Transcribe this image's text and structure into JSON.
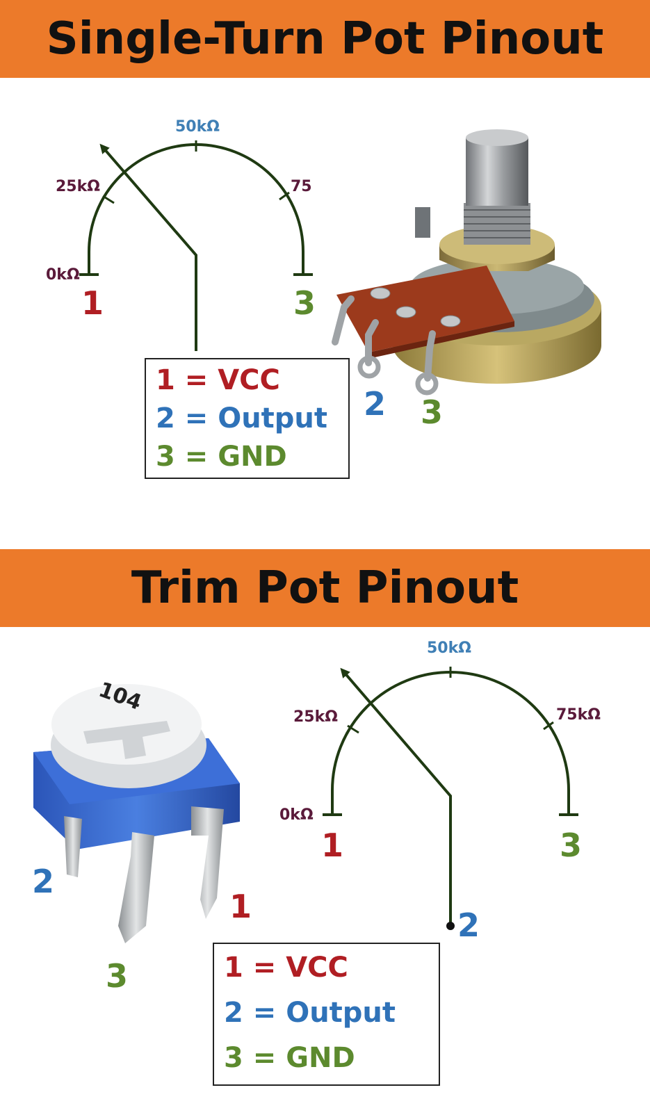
{
  "colors": {
    "banner": "#ec7a2a",
    "pin1": "#b01e23",
    "pin2": "#2f72b8",
    "pin3": "#5c8a2e",
    "ohm_label_dark": "#5a1a3a",
    "ohm_label_mid": "#3f7fb5",
    "arc": "#1f3a12"
  },
  "single_turn": {
    "title": "Single-Turn Pot Pinout",
    "scale_labels": {
      "r0": "0kΩ",
      "r25": "25kΩ",
      "r50": "50kΩ",
      "r75": "75"
    },
    "schematic_pins": {
      "p1": "1",
      "p3": "3"
    },
    "legend": {
      "line1": "1 = VCC",
      "line2": "2 = Output",
      "line3": "3 = GND"
    },
    "photo_pins": {
      "p2": "2",
      "p3": "3"
    }
  },
  "trim_pot": {
    "title": "Trim Pot Pinout",
    "scale_labels": {
      "r0": "0kΩ",
      "r25": "25kΩ",
      "r50": "50kΩ",
      "r75": "75kΩ"
    },
    "schematic_pins": {
      "p1": "1",
      "p2": "2",
      "p3": "3"
    },
    "legend": {
      "line1": "1 = VCC",
      "line2": "2 = Output",
      "line3": "3 = GND"
    },
    "photo_pins": {
      "p1": "1",
      "p2": "2",
      "p3": "3"
    },
    "photo_marking": "104"
  }
}
